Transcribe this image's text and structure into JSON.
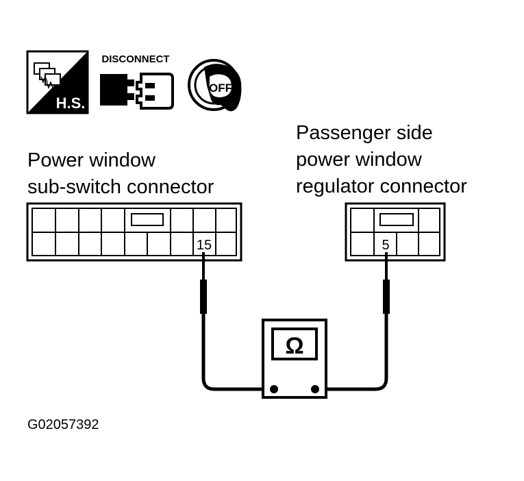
{
  "icons": {
    "harness_icon": {
      "name": "harness-connector-icon",
      "text": "H.S."
    },
    "disconnect_icon": {
      "name": "disconnect-connector-icon",
      "text": "DISCONNECT"
    },
    "ignition_icon": {
      "name": "ignition-key-off-icon",
      "text": "OFF"
    }
  },
  "left_connector": {
    "label_line1": "Power window",
    "label_line2": "sub-switch connector",
    "terminal": "15"
  },
  "right_connector": {
    "label_line1": "Passenger side",
    "label_line2": "power window",
    "label_line3": "regulator connector",
    "terminal": "5"
  },
  "meter": {
    "name": "ohmmeter",
    "symbol": "Ω"
  },
  "figure_id": "G02057392"
}
